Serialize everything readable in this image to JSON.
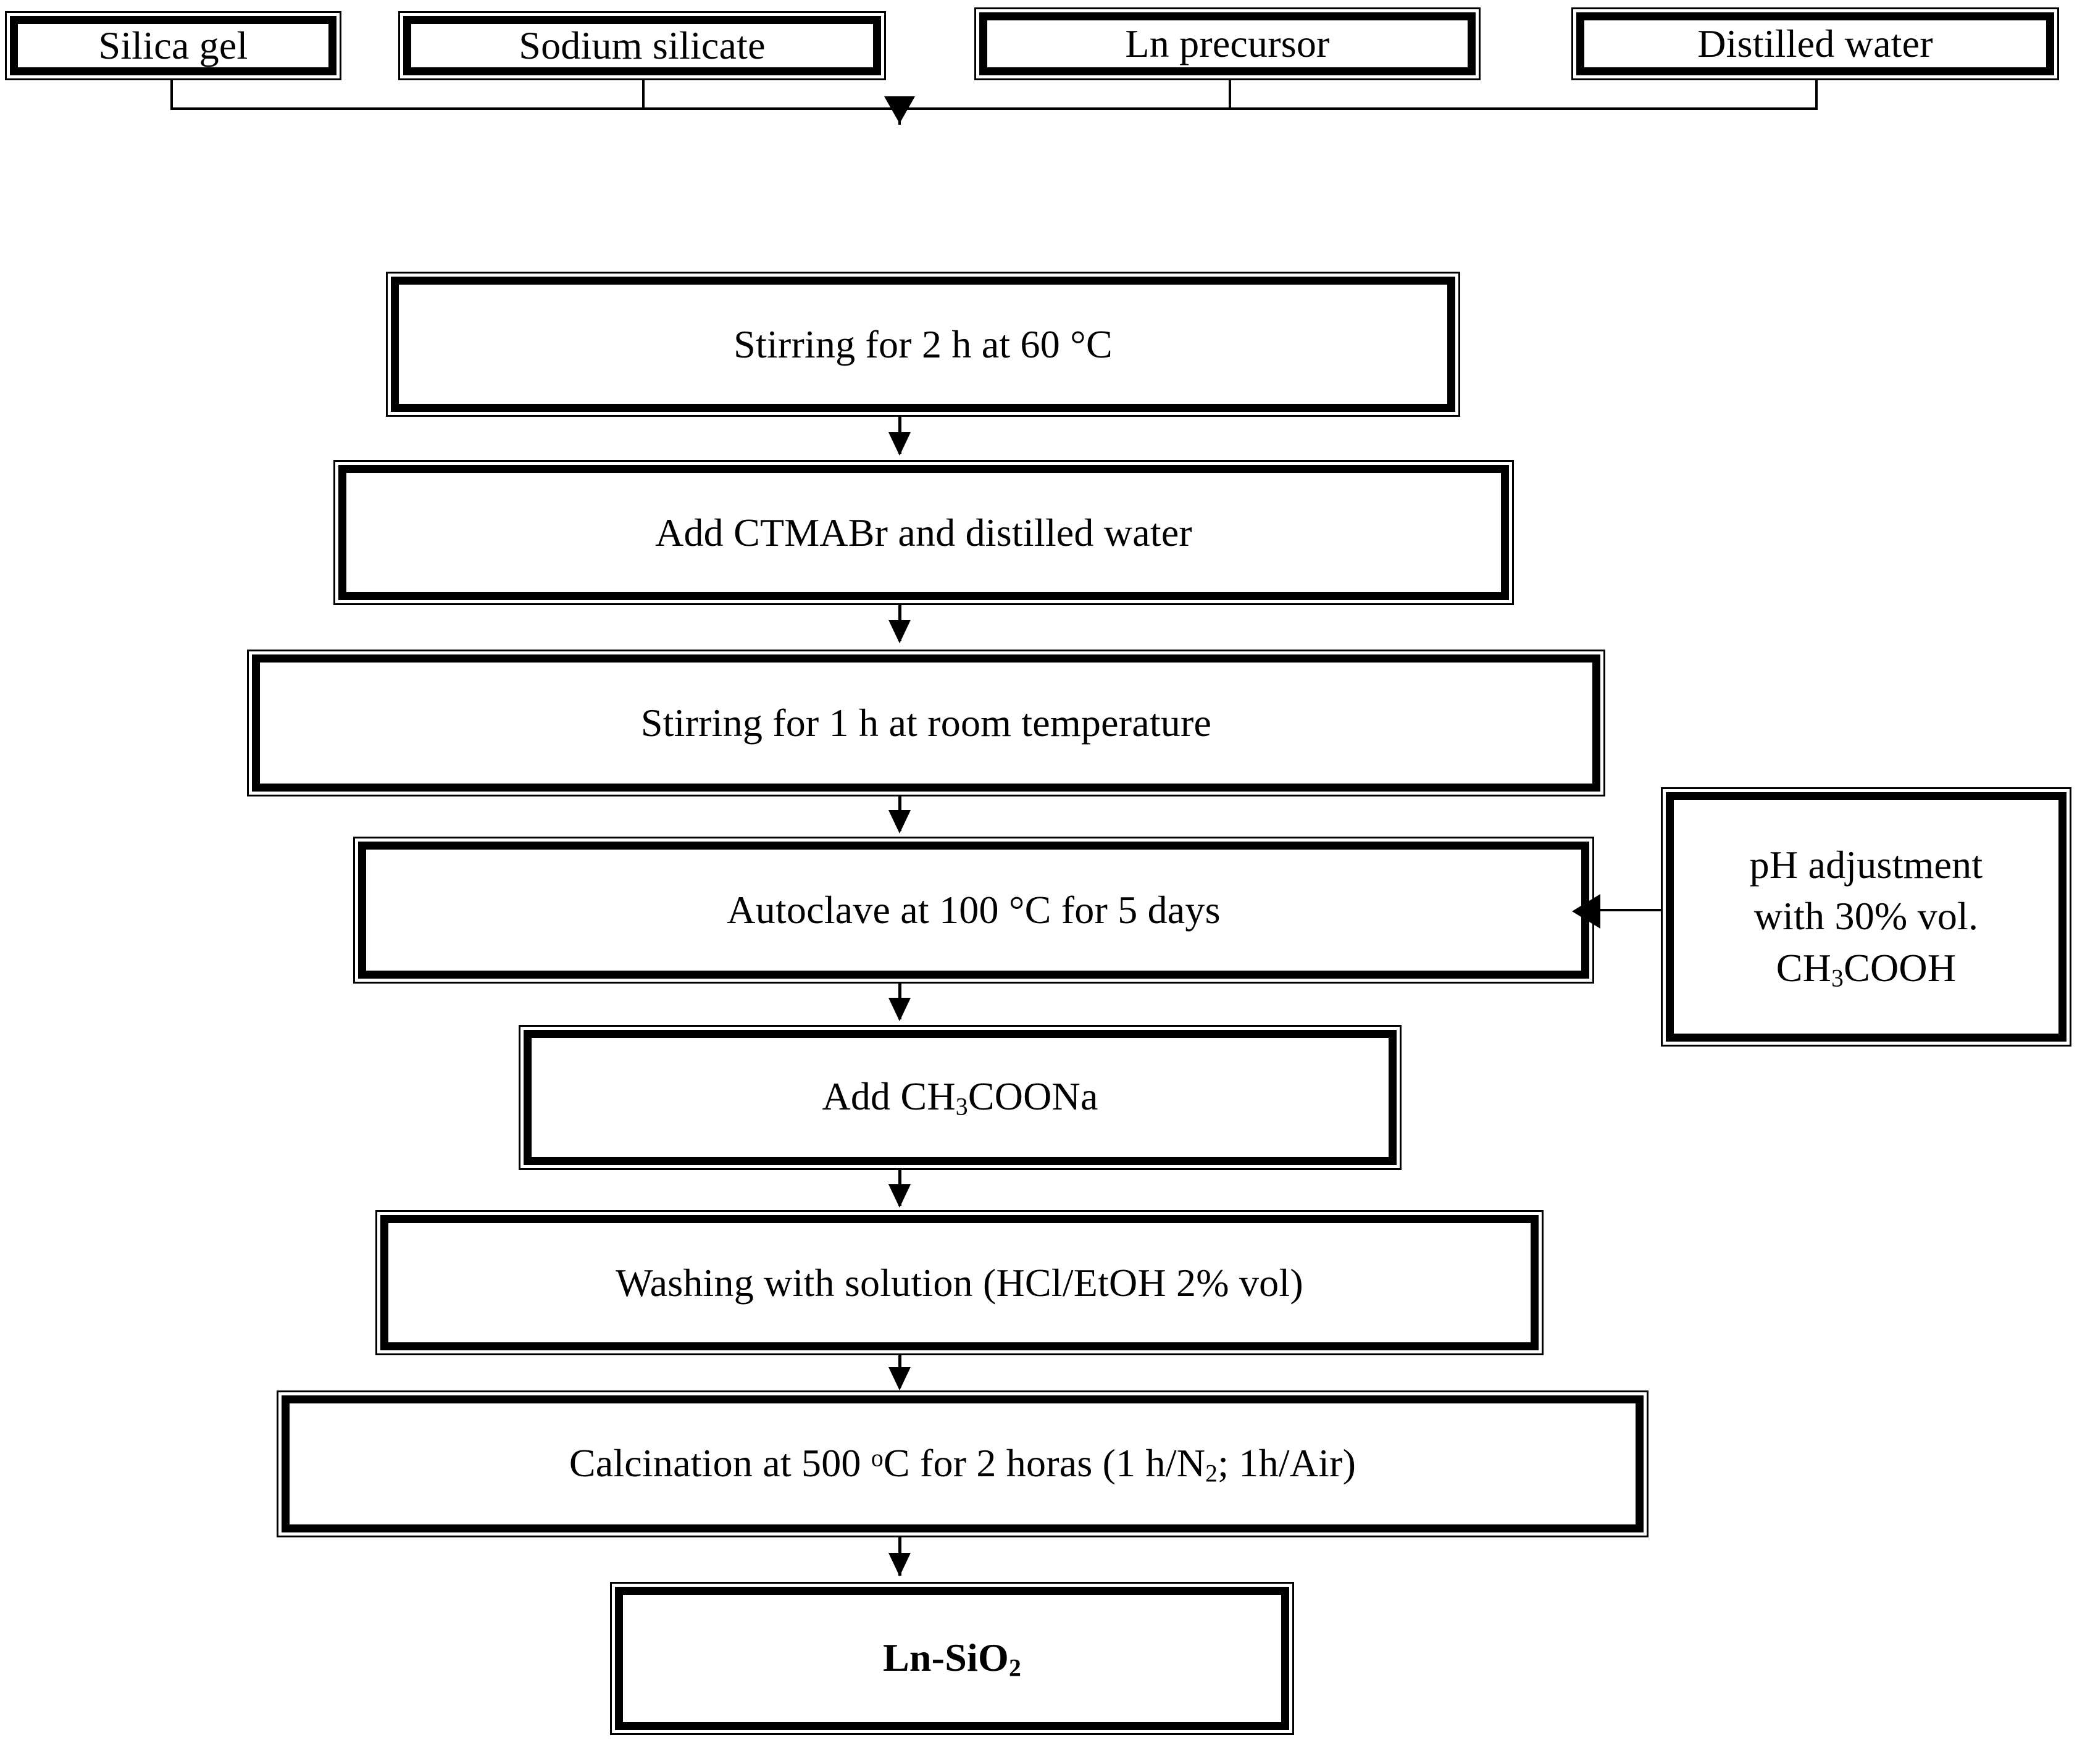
{
  "diagram": {
    "title": "Ln-SiO2 synthesis flowchart",
    "colors": {
      "line": "#000000",
      "background": "#ffffff",
      "text": "#000000"
    },
    "inputs": [
      {
        "id": "silica-gel",
        "label": "Silica gel"
      },
      {
        "id": "sodium-silicate",
        "label": "Sodium silicate"
      },
      {
        "id": "ln-precursor",
        "label": "Ln precursor"
      },
      {
        "id": "distilled-water",
        "label": "Distilled water"
      }
    ],
    "steps": [
      {
        "id": "stirring-60c",
        "label": "Stirring for 2 h at 60 °C"
      },
      {
        "id": "add-ctmabr",
        "label": "Add CTMABr and distilled water"
      },
      {
        "id": "stirring-rt",
        "label": "Stirring for 1 h at room temperature"
      },
      {
        "id": "autoclave",
        "label": "Autoclave at 100 °C for 5 days"
      },
      {
        "id": "add-ch3coona",
        "label": "Add CH3COONa"
      },
      {
        "id": "washing",
        "label": "Washing with solution (HCl/EtOH 2% vol)"
      },
      {
        "id": "calcination",
        "label": "Calcination at 500 °C for 2 horas (1 h/N2; 1h/Air)"
      }
    ],
    "side_note": {
      "id": "ph-adjustment",
      "line1": "pH adjustment",
      "line2": "with 30% vol.",
      "line3": "CH3COOH"
    },
    "product": {
      "id": "ln-sio2",
      "label": "Ln-SiO2"
    }
  }
}
